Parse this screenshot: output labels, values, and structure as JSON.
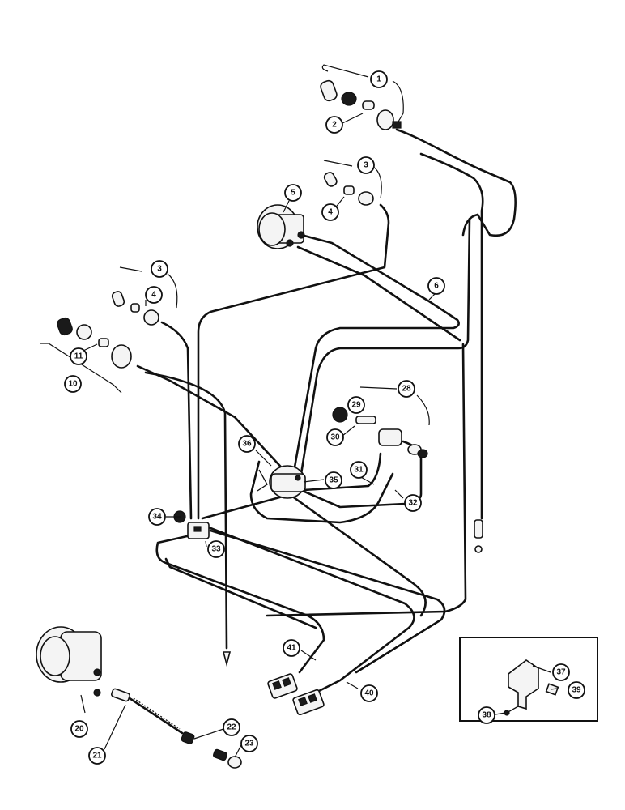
{
  "callouts": [
    {
      "id": "c1",
      "label": "1"
    },
    {
      "id": "c2",
      "label": "2"
    },
    {
      "id": "c3a",
      "label": "3"
    },
    {
      "id": "c4a",
      "label": "4"
    },
    {
      "id": "c5",
      "label": "5"
    },
    {
      "id": "c6",
      "label": "6"
    },
    {
      "id": "c3b",
      "label": "3"
    },
    {
      "id": "c4b",
      "label": "4"
    },
    {
      "id": "c11",
      "label": "11"
    },
    {
      "id": "c10",
      "label": "10"
    },
    {
      "id": "c28",
      "label": "28"
    },
    {
      "id": "c29",
      "label": "29"
    },
    {
      "id": "c30",
      "label": "30"
    },
    {
      "id": "c36",
      "label": "36"
    },
    {
      "id": "c35",
      "label": "35"
    },
    {
      "id": "c31",
      "label": "31"
    },
    {
      "id": "c32",
      "label": "32"
    },
    {
      "id": "c34",
      "label": "34"
    },
    {
      "id": "c33",
      "label": "33"
    },
    {
      "id": "c41",
      "label": "41"
    },
    {
      "id": "c40",
      "label": "40"
    },
    {
      "id": "c37",
      "label": "37"
    },
    {
      "id": "c39",
      "label": "39"
    },
    {
      "id": "c38",
      "label": "38"
    },
    {
      "id": "c20",
      "label": "20"
    },
    {
      "id": "c21",
      "label": "21"
    },
    {
      "id": "c22",
      "label": "22"
    },
    {
      "id": "c23",
      "label": "23"
    }
  ]
}
